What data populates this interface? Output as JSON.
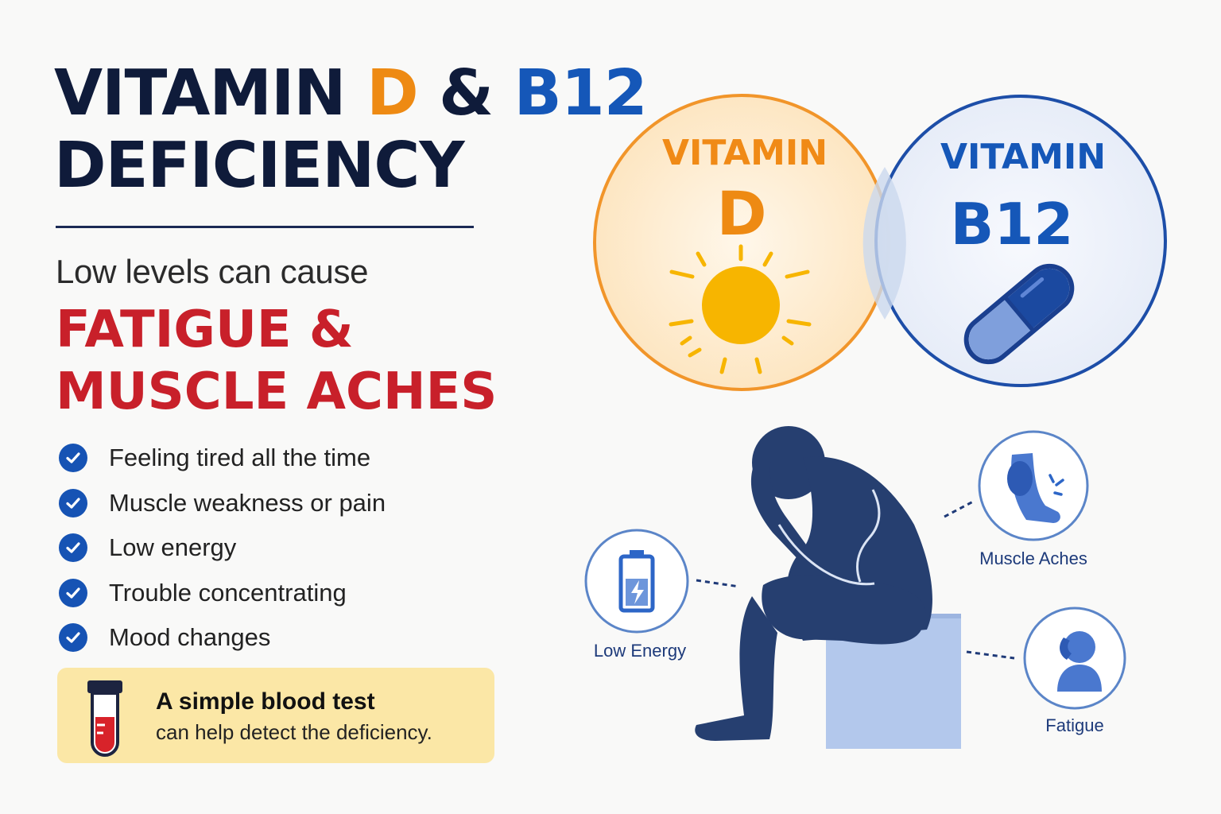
{
  "title": {
    "prefix": "VITAMIN ",
    "vit_d": "D",
    "amp": " & ",
    "vit_b12": "B12",
    "line2": "DEFICIENCY"
  },
  "lead": "Low levels can cause",
  "headline": {
    "line1": "FATIGUE &",
    "line2": "MUSCLE ACHES"
  },
  "symptoms": [
    "Feeling tired all the time",
    "Muscle weakness or pain",
    "Low energy",
    "Trouble concentrating",
    "Mood changes"
  ],
  "callout": {
    "title": "A simple blood test",
    "subtitle": "can help detect the deficiency.",
    "icon": "blood-test-tube-icon"
  },
  "venn": {
    "d": {
      "word": "VITAMIN",
      "letter": "D",
      "icon": "sun-icon"
    },
    "b12": {
      "word": "VITAMIN",
      "letter": "B12",
      "icon": "capsule-icon"
    }
  },
  "figure_labels": {
    "low_energy": "Low Energy",
    "muscle_aches": "Muscle Aches",
    "fatigue": "Fatigue"
  },
  "colors": {
    "navy": "#0f1b3a",
    "orange": "#ee8a13",
    "blue": "#1557b8",
    "red": "#c8202a",
    "callout_bg": "#fbe7a6",
    "figure": "#263f70"
  }
}
